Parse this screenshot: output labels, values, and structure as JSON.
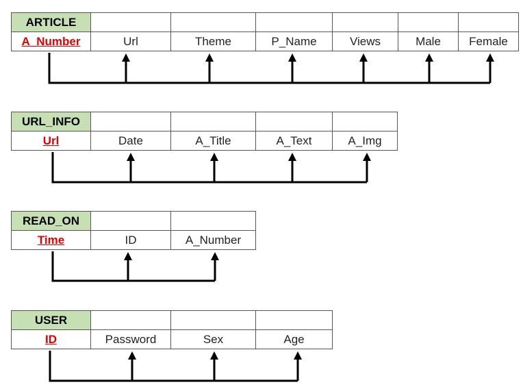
{
  "tables": [
    {
      "title": "ARTICLE",
      "key": "A_Number",
      "fields": [
        "Url",
        "Theme",
        "P_Name",
        "Views",
        "Male",
        "Female"
      ]
    },
    {
      "title": "URL_INFO",
      "key": "Url",
      "fields": [
        "Date",
        "A_Title",
        "A_Text",
        "A_Img"
      ]
    },
    {
      "title": "READ_ON",
      "key": "Time",
      "fields": [
        "ID",
        "A_Number"
      ]
    },
    {
      "title": "USER",
      "key": "ID",
      "fields": [
        "Password",
        "Sex",
        "Age"
      ]
    }
  ],
  "colors": {
    "title_fill": "#c6e0b4",
    "key_text": "#e00000",
    "border": "#555555",
    "connector": "#000000"
  }
}
